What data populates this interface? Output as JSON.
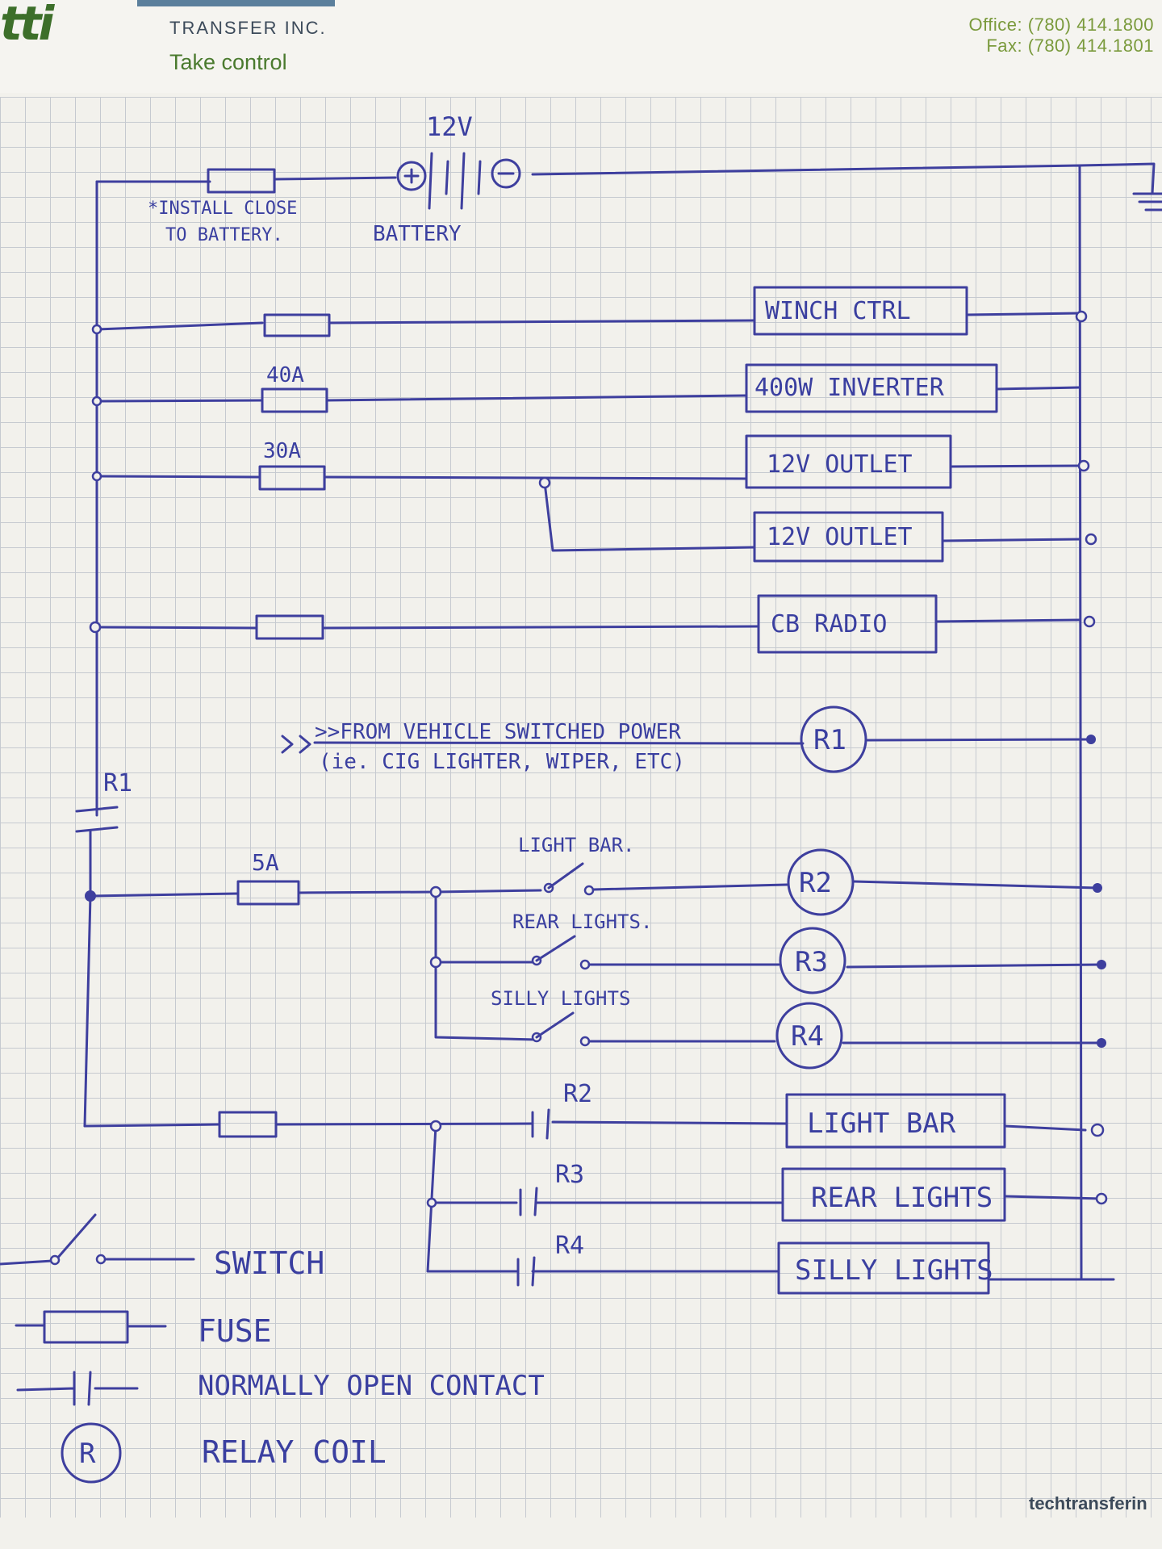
{
  "header": {
    "logo_text": "tti",
    "company": "TRANSFER INC.",
    "tagline": "Take control",
    "office": "Office: (780) 414.1800",
    "fax": "Fax: (780) 414.1801"
  },
  "footer": {
    "website": "techtransferin"
  },
  "diagram": {
    "battery_voltage": "12V",
    "battery_label": "BATTERY",
    "fuse_note_line1": "*INSTALL CLOSE",
    "fuse_note_line2": "TO BATTERY.",
    "fuse_40": "40A",
    "fuse_30": "30A",
    "fuse_5": "5A",
    "load_winch": "WINCH CTRL",
    "load_inverter": "400W INVERTER",
    "load_outlet1": "12V OUTLET",
    "load_outlet2": "12V OUTLET",
    "load_cb": "CB RADIO",
    "switched_line1": ">>FROM VEHICLE SWITCHED POWER",
    "switched_line2": "(ie. CIG LIGHTER, WIPER, ETC)",
    "coil_r1": "R1",
    "contact_r1": "R1",
    "switch_lightbar": "LIGHT BAR.",
    "switch_rear": "REAR LIGHTS.",
    "switch_silly": "SILLY LIGHTS",
    "coil_r2": "R2",
    "coil_r3": "R3",
    "coil_r4": "R4",
    "contact_r2": "R2",
    "contact_r3": "R3",
    "contact_r4": "R4",
    "load_lightbar": "LIGHT BAR",
    "load_rear": "REAR LIGHTS",
    "load_silly": "SILLY LIGHTS"
  },
  "legend": {
    "switch": "SWITCH",
    "fuse": "FUSE",
    "contact": "NORMALLY OPEN CONTACT",
    "coil_symbol": "R",
    "coil": "RELAY COIL"
  }
}
